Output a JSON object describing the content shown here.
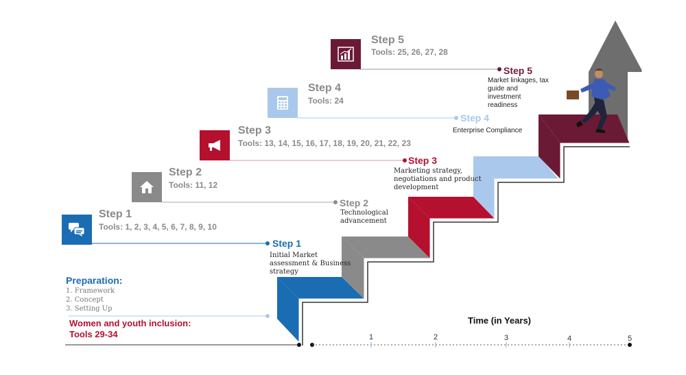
{
  "steps": [
    {
      "title": "Step 1",
      "tools": "Tools: 1, 2, 3, 4, 5, 6, 7, 8, 9, 10",
      "label": "Step 1",
      "desc": [
        "Initial Market",
        "assessment & Business",
        "strategy"
      ],
      "color": "#1a6cb3",
      "label_color": "#1a6cb3",
      "icon": "chat-bubbles-icon"
    },
    {
      "title": "Step 2",
      "tools": "Tools: 11, 12",
      "label": "Step 2",
      "desc": [
        "Technological",
        "advancement"
      ],
      "color": "#8a8a8a",
      "label_color": "#8a8a8a",
      "icon": "house-icon"
    },
    {
      "title": "Step 3",
      "tools": "Tools: 13, 14, 15, 16, 17, 18, 19, 20, 21, 22, 23",
      "label": "Step 3",
      "desc": [
        "Marketing strategy,",
        "negotiations and product",
        "development"
      ],
      "color": "#b5102e",
      "label_color": "#b5102e",
      "icon": "megaphone-icon"
    },
    {
      "title": "Step 4",
      "tools": "Tools: 24",
      "label": "Step 4",
      "desc": [
        "Enterprise Compliance"
      ],
      "color": "#a9c8ec",
      "label_color": "#a9c8ec",
      "icon": "calculator-icon"
    },
    {
      "title": "Step 5",
      "tools": "Tools: 25, 26, 27, 28",
      "label": "Step 5",
      "desc": [
        "Market  linkages, tax",
        "guide and",
        "investment",
        "readiness"
      ],
      "color": "#6b1a35",
      "label_color": "#6b1a35",
      "icon": "bar-chart-icon"
    }
  ],
  "preparation": {
    "title": "Preparation:",
    "items": [
      "1.   Framework",
      "2.   Concept",
      "3.   Setting Up"
    ]
  },
  "women": {
    "line1": "Women and youth inclusion:",
    "line2": "Tools 29-34"
  },
  "time_axis": {
    "title": "Time (in Years)",
    "ticks": [
      "1",
      "2",
      "3",
      "4",
      "5"
    ]
  },
  "stair_colors": {
    "step1": "#1a6cb3",
    "step2": "#8a8a8a",
    "step3": "#b5102e",
    "step4": "#a9c8ec",
    "step5": "#6b1a35",
    "arrow": "#6e6e6e",
    "suit": "#3c5bb5"
  }
}
